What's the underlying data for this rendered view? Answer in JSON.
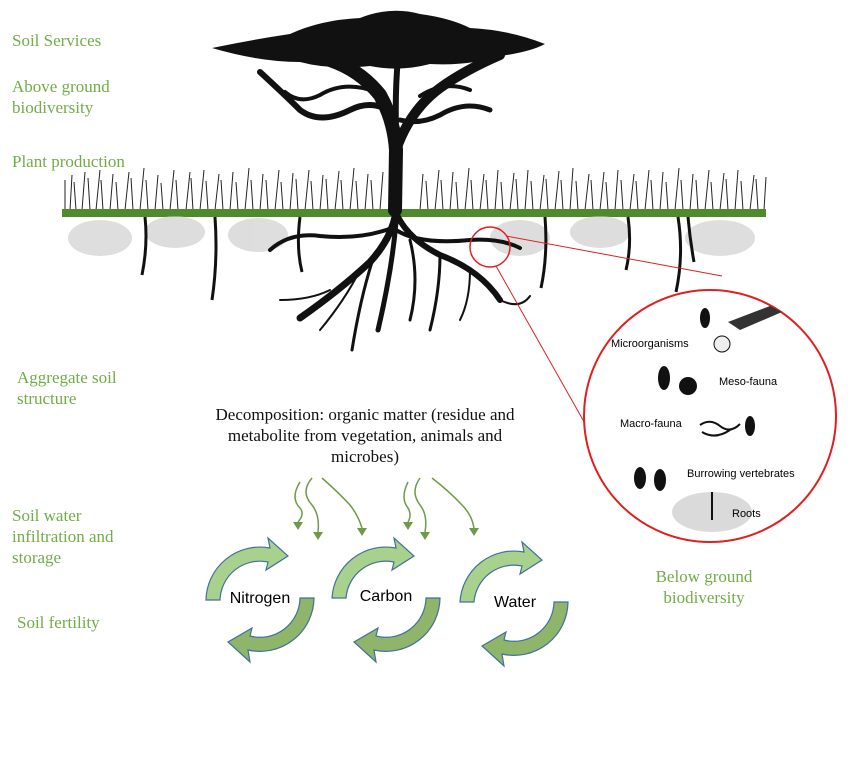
{
  "left_labels": {
    "soil_services": "Soil Services",
    "above_ground": "Above ground biodiversity",
    "plant_production": "Plant production",
    "aggregate": "Aggregate soil structure",
    "water_infiltration": "Soil water infiltration and storage",
    "fertility": "Soil fertility"
  },
  "decomposition": "Decomposition: organic matter (residue and metabolite from vegetation, animals and microbes)",
  "cycles": {
    "nitrogen": "Nitrogen",
    "carbon": "Carbon",
    "water": "Water"
  },
  "inset": {
    "microorganisms": "Microorganisms",
    "meso_fauna": "Meso-fauna",
    "macro_fauna": "Macro-fauna",
    "burrowing": "Burrowing vertebrates",
    "roots": "Roots"
  },
  "below_ground": "Below ground biodiversity",
  "colors": {
    "label_green": "#70ad47",
    "ground": "#4f8a2c",
    "inset_border": "#e02020",
    "arrow_light": "#a9d18e",
    "arrow_dark": "#6f9a4a",
    "arrow_outline": "#41719c"
  }
}
